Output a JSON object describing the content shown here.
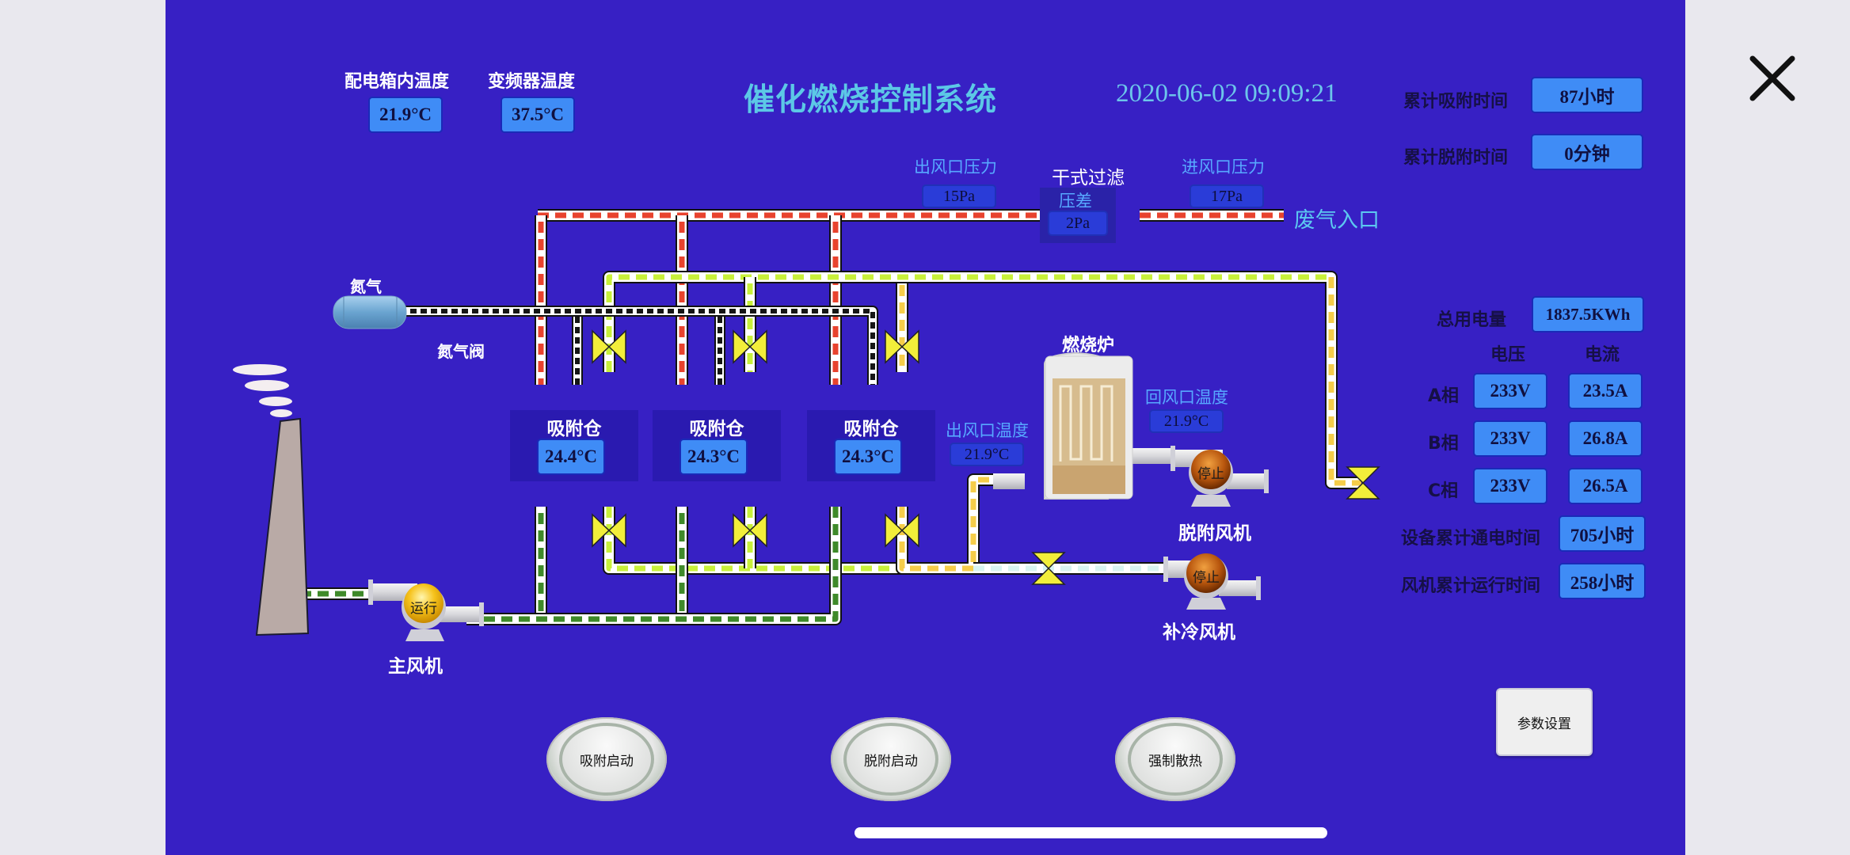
{
  "header": {
    "title": "催化燃烧控制系统",
    "datetime": "2020-06-02 09:09:21"
  },
  "temperatures": {
    "cabinet": {
      "label": "配电箱内温度",
      "value": "21.9°C"
    },
    "inverter": {
      "label": "变频器温度",
      "value": "37.5°C"
    }
  },
  "timers": {
    "adsorption": {
      "label": "累计吸附时间",
      "value": "87小时"
    },
    "desorption": {
      "label": "累计脱附时间",
      "value": "0分钟"
    }
  },
  "pressure": {
    "outlet": {
      "label": "出风口压力",
      "value": "15Pa"
    },
    "inlet": {
      "label": "进风口压力",
      "value": "17Pa"
    },
    "filter": {
      "title": "干式过滤",
      "label": "压差",
      "value": "2Pa"
    }
  },
  "waste_gas_inlet": "废气入口",
  "nitrogen": {
    "tank_label": "氮气",
    "valve_label": "氮气阀"
  },
  "chambers": [
    {
      "label": "吸附仓",
      "temp": "24.4°C"
    },
    {
      "label": "吸附仓",
      "temp": "24.3°C"
    },
    {
      "label": "吸附仓",
      "temp": "24.3°C"
    }
  ],
  "furnace": {
    "label": "燃烧炉",
    "outlet_temp": {
      "label": "出风口温度",
      "value": "21.9°C"
    },
    "return_temp": {
      "label": "回风口温度",
      "value": "21.9°C"
    }
  },
  "fans": {
    "main": {
      "label": "主风机",
      "status": "运行"
    },
    "desorption": {
      "label": "脱附风机",
      "status": "停止"
    },
    "cooling": {
      "label": "补冷风机",
      "status": "停止"
    }
  },
  "power": {
    "total": {
      "label": "总用电量",
      "value": "1837.5KWh"
    },
    "col_voltage": "电压",
    "col_current": "电流",
    "phases": [
      {
        "label": "A相",
        "voltage": "233V",
        "current": "23.5A"
      },
      {
        "label": "B相",
        "voltage": "233V",
        "current": "26.8A"
      },
      {
        "label": "C相",
        "voltage": "233V",
        "current": "26.5A"
      }
    ],
    "device_time": {
      "label": "设备累计通电时间",
      "value": "705小时"
    },
    "fan_time": {
      "label": "风机累计运行时间",
      "value": "258小时"
    }
  },
  "buttons": {
    "adsorb_start": "吸附启动",
    "desorb_start": "脱附启动",
    "force_cool": "强制散热",
    "settings": "参数设置"
  },
  "colors": {
    "background": "#3720c4",
    "value_box": "#3f8cf6",
    "pipe_waste_gas": "#e8432e",
    "pipe_clean": "#3f8a2a",
    "pipe_desorb": "#c8f03a",
    "pipe_hot": "#f5cd4a",
    "valve": "#f2ee3a",
    "fan_run": "#f6c21a",
    "fan_stop": "#b8560e"
  }
}
